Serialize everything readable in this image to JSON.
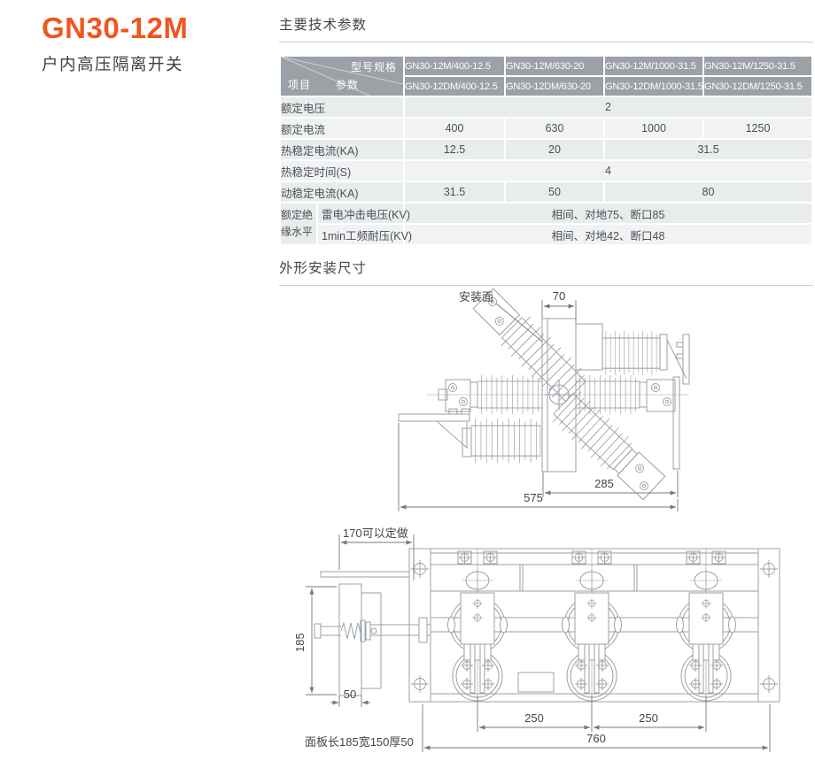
{
  "page": {
    "title": "GN30-12M",
    "subtitle": "户内高压隔离开关"
  },
  "sections": {
    "params_heading": "主要技术参数",
    "dimensions_heading": "外形安装尺寸"
  },
  "table": {
    "corner": {
      "top": "型号规格",
      "left": "项目",
      "middle": "参数"
    },
    "models": [
      {
        "line1": "GN30-12M/400-12.5",
        "line2": "GN30-12DM/400-12.5"
      },
      {
        "line1": "GN30-12M/630-20",
        "line2": "GN30-12DM/630-20"
      },
      {
        "line1": "GN30-12M/1000-31.5",
        "line2": "GN30-12DM/1000-31.5"
      },
      {
        "line1": "GN30-12M/1250-31.5",
        "line2": "GN30-12DM/1250-31.5"
      }
    ],
    "rows": [
      {
        "label": "额定电压",
        "cells": [
          {
            "value": "2"
          }
        ]
      },
      {
        "label": "额定电流",
        "cells": [
          {
            "value": "400"
          },
          {
            "value": "630"
          },
          {
            "value": "1000"
          },
          {
            "value": "1250"
          }
        ]
      },
      {
        "label": "热稳定电流(KA)",
        "cells": [
          {
            "value": "12.5"
          },
          {
            "value": "20"
          },
          {
            "value": "31.5"
          }
        ]
      },
      {
        "label": "热稳定时间(S)",
        "cells": [
          {
            "value": "4"
          }
        ]
      },
      {
        "label": "动稳定电流(KA)",
        "cells": [
          {
            "value": "31.5"
          },
          {
            "value": "50"
          },
          {
            "value": "80"
          }
        ]
      },
      {
        "label": "雷电冲击电压(KV)",
        "cells": [
          {
            "value": "相间、对地75、断口85"
          }
        ]
      },
      {
        "label": "1min工频耐压(KV)",
        "cells": [
          {
            "value": "相间、对地42、断口48"
          }
        ]
      }
    ],
    "group": {
      "line1": "额定绝",
      "line2": "缘水平"
    }
  },
  "drawing_side_view": {
    "mount_face_label": "安装面",
    "dim_70": "70",
    "dim_285": "285",
    "dim_575": "575"
  },
  "drawing_front_view": {
    "dim_170": "170可以定做",
    "dim_185": "185",
    "dim_50": "50",
    "dim_250_left": "250",
    "dim_250_right": "250",
    "dim_760": "760",
    "panel_note": "面板长185宽150厚50"
  },
  "colors": {
    "accent_orange": "#f0561e",
    "table_header_bg": "#9ba1a6",
    "row_dark": "#e9eced",
    "row_light": "#f0f2f4",
    "drawing_line": "#9aa0a6",
    "dimension_line": "#75797e"
  }
}
